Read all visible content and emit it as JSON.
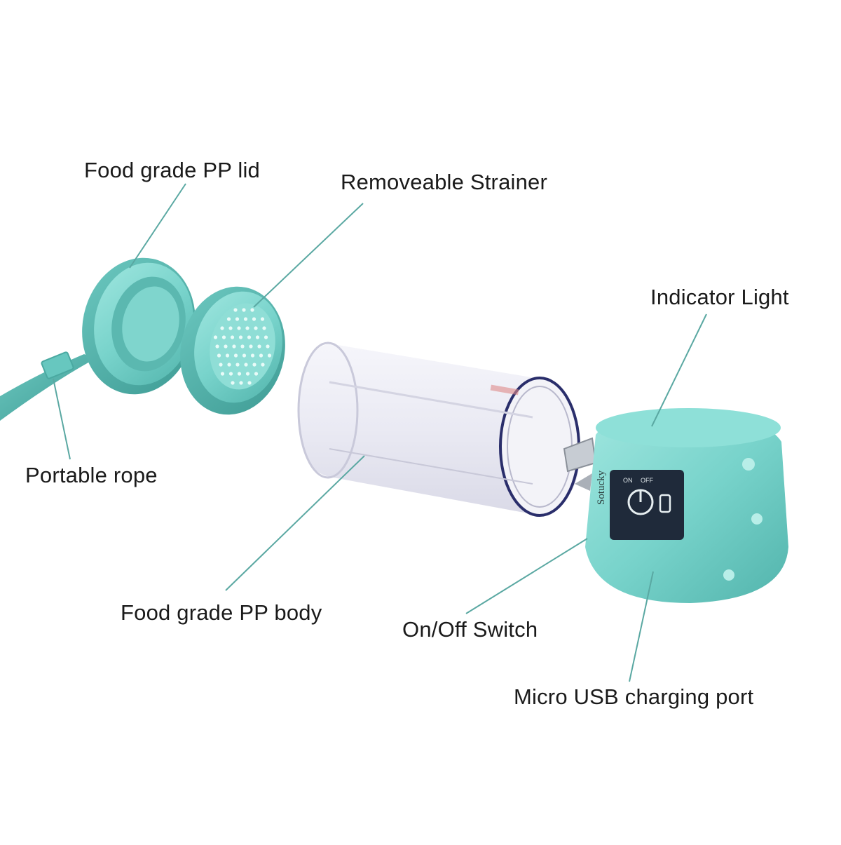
{
  "labels": {
    "lid": "Food grade PP lid",
    "strainer": "Removeable Strainer",
    "indicator": "Indicator Light",
    "rope": "Portable rope",
    "body": "Food grade PP body",
    "switch": "On/Off Switch",
    "usb": "Micro USB charging port"
  },
  "product": {
    "brand": "Sotucky",
    "switch_on": "ON",
    "switch_off": "OFF"
  },
  "colors": {
    "teal": "#7fd8d1",
    "leader_line": "#5aa8a2",
    "panel": "#1f2a3a"
  }
}
